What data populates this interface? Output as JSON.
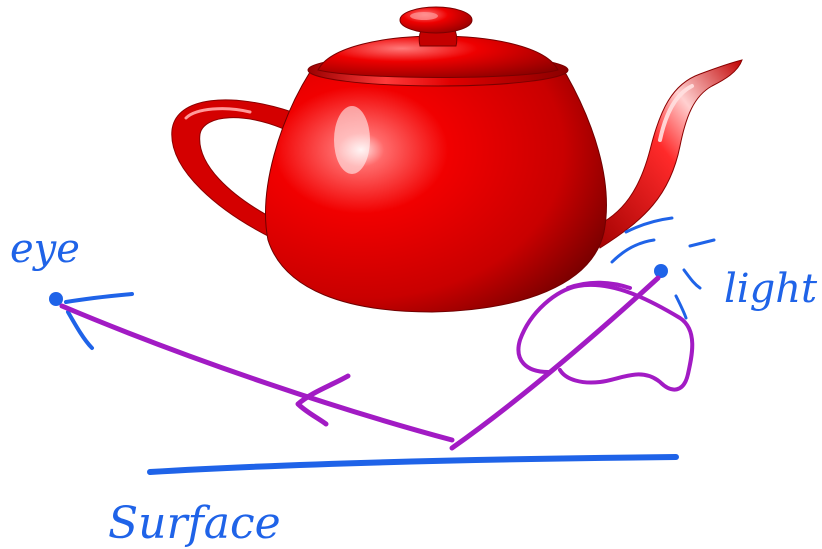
{
  "labels": {
    "eye": "eye",
    "light": "light",
    "surface": "Surface"
  },
  "colors": {
    "teapot": "#e00000",
    "ink_blue": "#1f63e8",
    "ink_purple": "#a21bc4",
    "background": "#ffffff"
  }
}
